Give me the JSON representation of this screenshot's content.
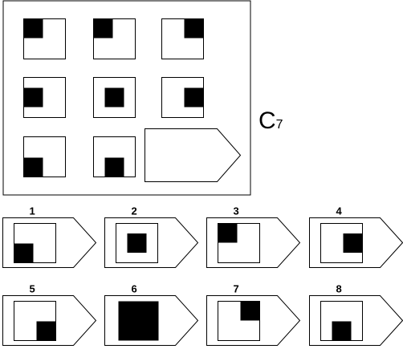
{
  "puzzle": {
    "id_letter": "C",
    "id_number": "7",
    "matrix": [
      {
        "square": "top-left"
      },
      {
        "square": "top-left"
      },
      {
        "square": "top-right"
      },
      {
        "square": "middle-left"
      },
      {
        "square": "middle-center"
      },
      {
        "square": "middle-right"
      },
      {
        "square": "bottom-left"
      },
      {
        "square": "bottom-center"
      },
      {
        "square": "missing"
      }
    ],
    "options": [
      {
        "number": "1",
        "square": "bottom-left"
      },
      {
        "number": "2",
        "square": "middle-center"
      },
      {
        "number": "3",
        "square": "top-left"
      },
      {
        "number": "4",
        "square": "middle-right"
      },
      {
        "number": "5",
        "square": "bottom-right"
      },
      {
        "number": "6",
        "square": "full"
      },
      {
        "number": "7",
        "square": "top-right"
      },
      {
        "number": "8",
        "square": "bottom-center"
      }
    ]
  }
}
